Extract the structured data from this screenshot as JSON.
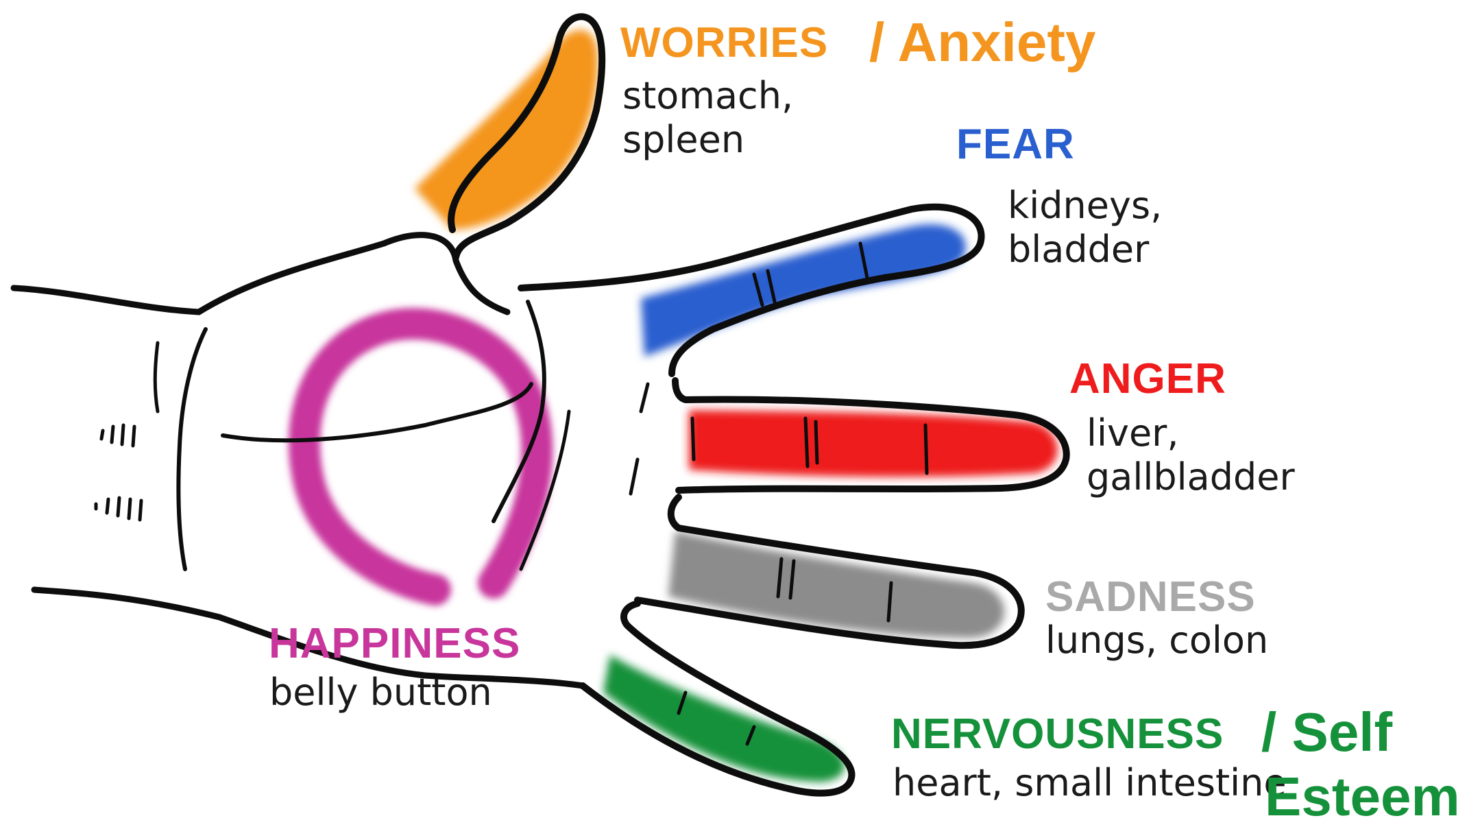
{
  "colors": {
    "worries": "#f4951f",
    "fear": "#2a5fcf",
    "anger": "#ee1c1c",
    "sadness": "#8c8c8c",
    "sadness_label": "#a9a9a9",
    "nervousness": "#14913a",
    "happiness": "#c8369c",
    "outline": "#0d0d0d",
    "organ_text": "#1a1a1a"
  },
  "fingers": {
    "worries": {
      "emotion": "WORRIES",
      "extra": "/ Anxiety",
      "organs": [
        "stomach,",
        "spleen"
      ]
    },
    "fear": {
      "emotion": "FEAR",
      "organs": [
        "kidneys,",
        "bladder"
      ]
    },
    "anger": {
      "emotion": "ANGER",
      "organs": [
        "liver,",
        "gallbladder"
      ]
    },
    "sadness": {
      "emotion": "SADNESS",
      "organs": [
        "lungs, colon"
      ]
    },
    "nervousness": {
      "emotion": "NERVOUSNESS",
      "extra": [
        "/ Self",
        "Esteem"
      ],
      "organs": [
        "heart, small intestine"
      ]
    },
    "happiness": {
      "emotion": "HAPPINESS",
      "organs": [
        "belly button"
      ]
    }
  }
}
